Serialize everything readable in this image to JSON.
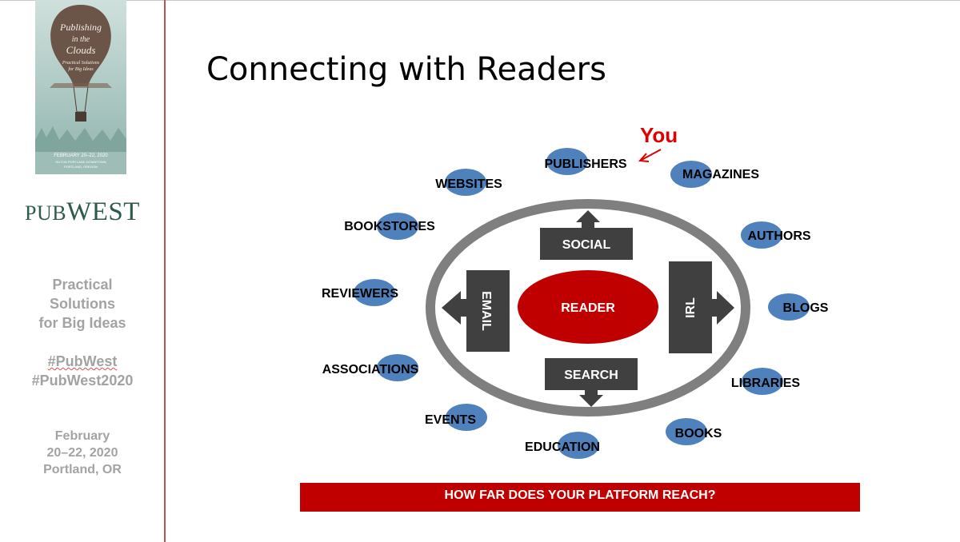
{
  "slide": {
    "title": "Connecting with Readers",
    "banner": "HOW FAR DOES YOUR PLATFORM REACH?"
  },
  "sidebar": {
    "poster": {
      "line1": "Publishing",
      "line2": "in the",
      "line3": "Clouds",
      "line4": "Practical Solutions",
      "line5": "for Big Ideas",
      "dates": "FEBRUARY 20–22, 2020",
      "venue": "HILTON PORTLAND DOWNTOWN",
      "city": "PORTLAND, OREGON"
    },
    "brand_pub": "PUB",
    "brand_west": "WEST",
    "tagline": [
      "Practical",
      "Solutions",
      "for Big Ideas"
    ],
    "hashtags": [
      "#PubWest",
      "#PubWest2020"
    ],
    "event_dates": [
      "February",
      "20–22, 2020",
      "Portland, OR"
    ]
  },
  "diagram": {
    "center": "READER",
    "channels": {
      "social": "SOCIAL",
      "email": "EMAIL",
      "irl": "IRL",
      "search": "SEARCH"
    },
    "you_label": "You",
    "nodes": [
      "PUBLISHERS",
      "MAGAZINES",
      "WEBSITES",
      "BOOKSTORES",
      "AUTHORS",
      "REVIEWERS",
      "BLOGS",
      "ASSOCIATIONS",
      "LIBRARIES",
      "EVENTS",
      "BOOKS",
      "EDUCATION"
    ],
    "colors": {
      "node_fill": "#4f81bd",
      "center_fill": "#c00000",
      "channel_fill": "#404040",
      "ring": "#7f7f7f",
      "you": "#e00000",
      "accent_line": "#c0504d"
    }
  }
}
